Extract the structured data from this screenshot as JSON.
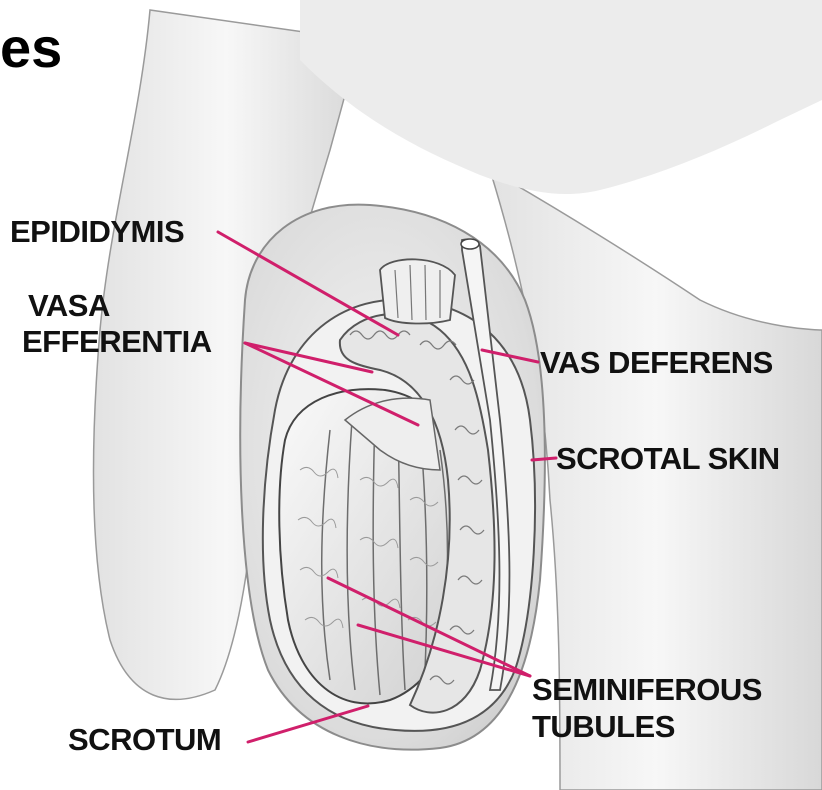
{
  "title_fragment": "es",
  "leader_color": "#d01f6b",
  "labels": {
    "epididymis": "EPIDIDYMIS",
    "vasa_efferentia": [
      "VASA",
      "EFFERENTIA"
    ],
    "vas_deferens": "VAS DEFERENS",
    "scrotal_skin": "SCROTAL SKIN",
    "seminiferous_tubules": [
      "SEMINIFEROUS",
      "TUBULES"
    ],
    "scrotum": "SCROTUM"
  }
}
